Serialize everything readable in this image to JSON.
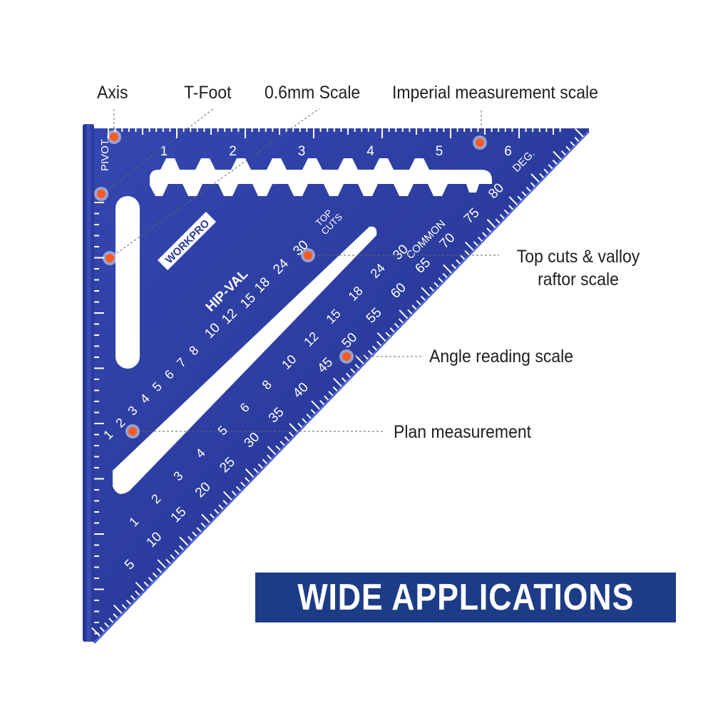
{
  "callouts": {
    "axis": "Axis",
    "t_foot": "T-Foot",
    "scale_06mm": "0.6mm Scale",
    "imperial": "Imperial measurement scale",
    "top_cuts_line1": "Top cuts & valloy",
    "top_cuts_line2": "raftor scale",
    "angle": "Angle reading scale",
    "plan": "Plan measurement"
  },
  "banner": {
    "text": "WIDE APPLICATIONS"
  },
  "tool": {
    "brand": "WORKPRO",
    "pivot": "PIVOT",
    "deg": "DEG.",
    "top_cuts_line1": "TOP",
    "top_cuts_line2": "CUTS",
    "common": "COMMON",
    "hip_val": "HIP-VAL",
    "inch_numbers": [
      "1",
      "2",
      "3",
      "4",
      "5",
      "6"
    ],
    "top_numbers": [
      "24",
      "30"
    ],
    "common_number": "30",
    "hip_numbers": [
      "10",
      "12",
      "15",
      "18"
    ],
    "degree_numbers": [
      "5",
      "10",
      "15",
      "20",
      "25",
      "30",
      "35",
      "40",
      "45",
      "50",
      "55",
      "60",
      "65",
      "70",
      "75",
      "80"
    ],
    "common_row1": [
      "24",
      "18",
      "15",
      "12",
      "10",
      "8",
      "6",
      "5",
      "4",
      "3",
      "2",
      "1"
    ],
    "common_row2": [
      "8",
      "7",
      "6",
      "5",
      "4",
      "3",
      "2",
      "1"
    ]
  },
  "colors": {
    "tool_blue": "#2b3b9c",
    "banner_blue": "#1d3c87",
    "marker_orange": "#ff5a1f",
    "text_dark": "#1e1e1e"
  }
}
